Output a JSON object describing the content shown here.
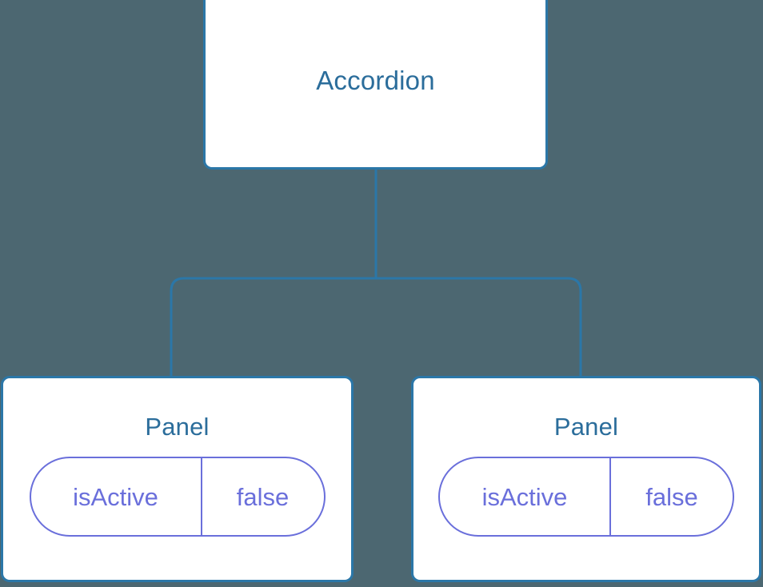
{
  "diagram": {
    "type": "component-tree",
    "background_color": "#4c6771",
    "node_border_color": "#2b77a8",
    "node_title_color": "#2b6d9b",
    "state_pill_color": "#6a6fdb",
    "edge_color": "#2b77a8",
    "root": {
      "title": "Accordion"
    },
    "children": [
      {
        "title": "Panel",
        "state": {
          "key": "isActive",
          "value": "false"
        }
      },
      {
        "title": "Panel",
        "state": {
          "key": "isActive",
          "value": "false"
        }
      }
    ]
  }
}
